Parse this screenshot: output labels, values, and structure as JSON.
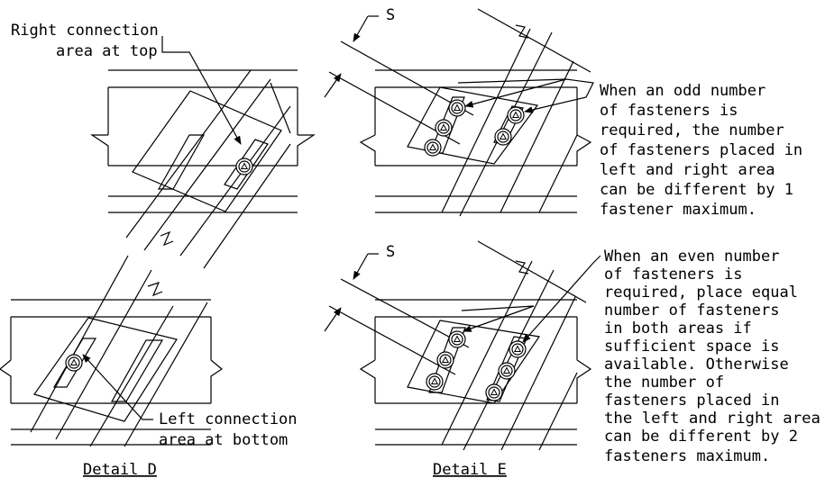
{
  "detail_d": {
    "callout_top": [
      "Right connection",
      "area at top"
    ],
    "callout_bottom": [
      "Left connection",
      "area at bottom"
    ],
    "caption": "Detail D"
  },
  "detail_e": {
    "spacing_label_top": "S",
    "spacing_label_bottom": "S",
    "note_odd": [
      "When an odd number",
      "of fasteners is",
      "required, the number",
      "of fasteners placed in",
      "left and right area",
      "can be different by 1",
      "fastener maximum."
    ],
    "note_even": [
      "When an even number",
      "of fasteners is",
      "required, place equal",
      "number of fasteners",
      "in both areas if",
      "sufficient space is",
      "available. Otherwise",
      "the number of",
      "fasteners placed in",
      "the left and right area",
      "can be different by 2",
      "fasteners maximum."
    ],
    "caption": "Detail E"
  }
}
